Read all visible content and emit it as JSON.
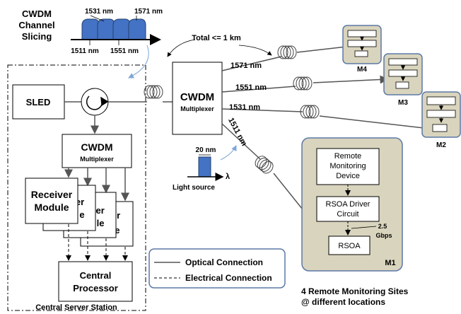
{
  "title": {
    "line1": "CWDM",
    "line2": "Channel",
    "line3": "Slicing"
  },
  "slicing": {
    "w1531": "1531 nm",
    "w1571": "1571 nm",
    "w1511": "1511 nm",
    "w1551": "1551 nm"
  },
  "total_label": "Total <= 1 km",
  "sled": "SLED",
  "mux_main": {
    "name": "CWDM",
    "sub": "Multiplexer"
  },
  "mux_central": {
    "name": "CWDM",
    "sub": "Multiplexer"
  },
  "light_source": {
    "width": "20 nm",
    "lambda": "λ",
    "label": "Light source"
  },
  "receivers": {
    "line1": "Receiver",
    "line2": "Module",
    "back1_a": "er",
    "back1_b": "e",
    "back2_a": "ver",
    "back2_b": "le",
    "back3_a": "er",
    "back3_b": "le"
  },
  "central_processor": {
    "line1": "Central",
    "line2": "Processor"
  },
  "station_label": "Central Server Station",
  "fiber_labels": {
    "f1571": "1571 nm",
    "f1551": "1551 nm",
    "f1531": "1531 nm",
    "f1511": "1511 nm"
  },
  "sites": {
    "m1": "M1",
    "m2": "M2",
    "m3": "M3",
    "m4": "M4"
  },
  "m1_blocks": {
    "rmd1": "Remote",
    "rmd2": "Monitoring",
    "rmd3": "Device",
    "drv1": "RSOA Driver",
    "drv2": "Circuit",
    "rsoa": "RSOA",
    "rate1": "2.5",
    "rate2": "Gbps"
  },
  "legend": {
    "optical": "Optical Connection",
    "electrical": "Electrical Connection"
  },
  "footer": {
    "line1": "4 Remote Monitoring Sites",
    "line2": "@ different locations"
  },
  "colors": {
    "band": "#4472c4",
    "site_fill": "#d9d4bd",
    "site_border": "#5b78a6"
  }
}
